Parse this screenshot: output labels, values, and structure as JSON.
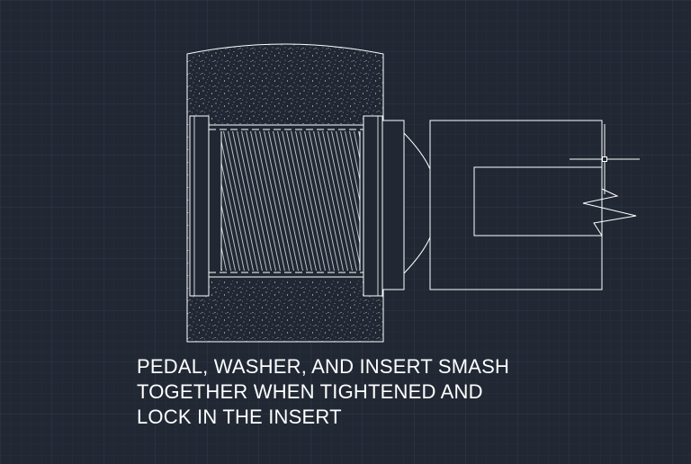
{
  "caption": {
    "line1": "PEDAL, WASHER, AND INSERT SMASH",
    "line2": "TOGETHER WHEN TIGHTENED AND",
    "line3": "LOCK IN THE INSERT"
  },
  "colors": {
    "background": "#212834",
    "grid_minor": "#2a3240",
    "grid_major": "#323b4a",
    "line": "#ffffff"
  }
}
